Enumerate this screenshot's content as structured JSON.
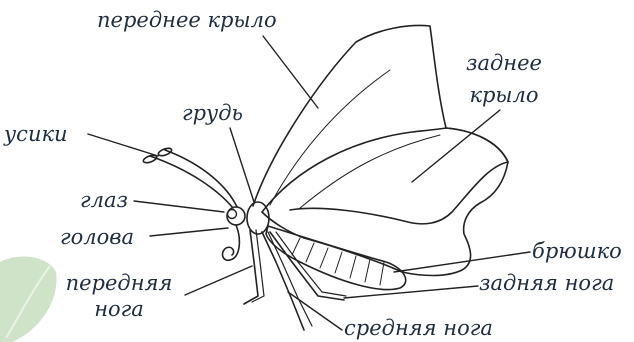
{
  "labels": {
    "forewing": "переднее крыло",
    "hindwing_line1": "заднее",
    "hindwing_line2": "крыло",
    "thorax": "грудь",
    "antennae": "усики",
    "eye": "глаз",
    "head": "голова",
    "abdomen": "брюшко",
    "foreleg_line1": "передняя",
    "foreleg_line2": "нога",
    "hindleg": "задняя нога",
    "midleg": "средняя нога"
  },
  "colors": {
    "label_text": "#1f2d3f",
    "outline": "#222222",
    "leaf_decoration": "#cfe3c8"
  }
}
